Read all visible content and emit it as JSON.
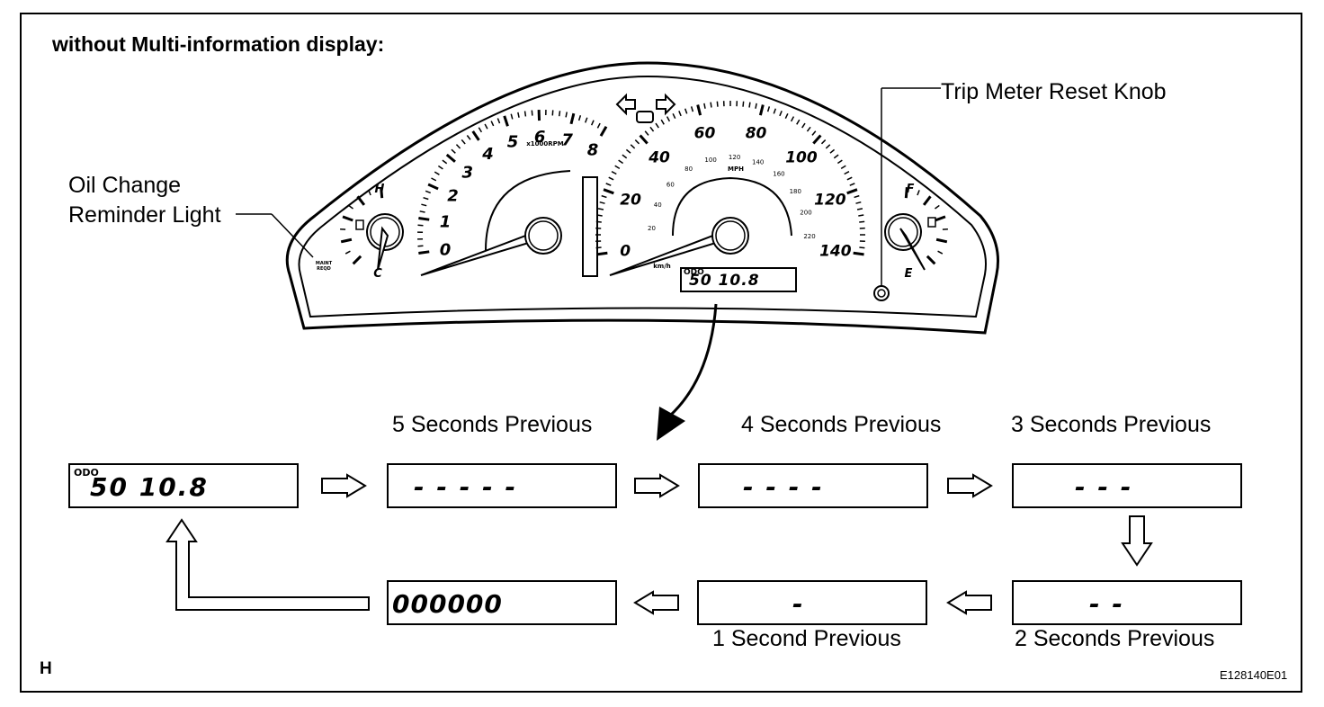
{
  "heading": "without Multi-information display:",
  "callouts": {
    "oil_change_line1": "Oil Change",
    "oil_change_line2": "Reminder Light",
    "trip_meter": "Trip Meter Reset Knob"
  },
  "cluster": {
    "tach_ticks": [
      "0",
      "1",
      "2",
      "3",
      "4",
      "5",
      "6",
      "7",
      "8"
    ],
    "tach_unit": "x1000RPM",
    "speed_mph_ticks": [
      "0",
      "20",
      "40",
      "60",
      "80",
      "100",
      "120",
      "140"
    ],
    "speed_kmh_ticks": [
      "20",
      "40",
      "60",
      "80",
      "100",
      "120",
      "140",
      "160",
      "180",
      "200",
      "220"
    ],
    "mph_unit": "MPH",
    "kmh_unit": "km/h",
    "temp_hot": "H",
    "temp_cold": "C",
    "fuel_full": "F",
    "fuel_empty": "E",
    "maint_label_1": "MAINT",
    "maint_label_2": "REQD",
    "odo_label": "ODO",
    "odo_value": "50 10.8"
  },
  "sequence": {
    "start": {
      "label": "ODO",
      "value": "50 10.8"
    },
    "steps": [
      {
        "caption": "5 Seconds Previous",
        "value": "- - - - -"
      },
      {
        "caption": "4 Seconds Previous",
        "value": "- - - -"
      },
      {
        "caption": "3 Seconds Previous",
        "value": "- - -"
      },
      {
        "caption": "2 Seconds Previous",
        "value": "- -"
      },
      {
        "caption": "1 Second Previous",
        "value": "-"
      }
    ],
    "final_value": "000000"
  },
  "corner_letter": "H",
  "figure_id": "E128140E01"
}
